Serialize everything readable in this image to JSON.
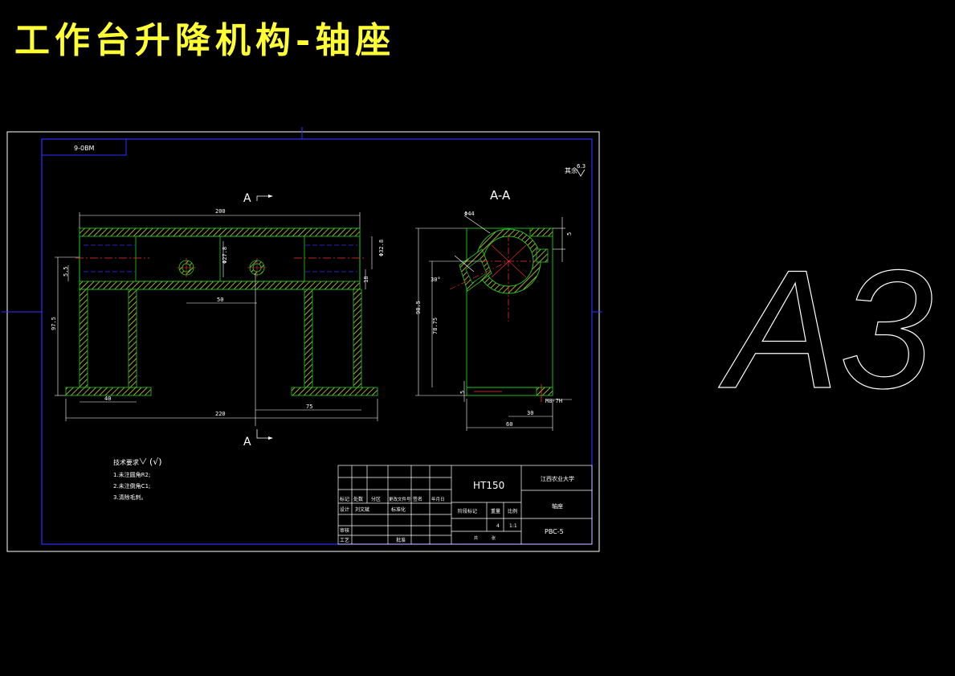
{
  "title": "工作台升降机构-轴座",
  "sheet_size": "A3",
  "drawing_code_box": "9-0BM",
  "roughness_note": "其余",
  "roughness_value": "6.3",
  "section_label_top": "A",
  "section_label_bottom": "A",
  "section_view_title": "A-A",
  "dimensions": {
    "top_width": "200",
    "upper_height": "5.5",
    "total_height": "97.5",
    "hole_pitch": "50",
    "inner_bore": "Φ27.8",
    "outer_bore": "Φ32.8",
    "bore_depth": "18",
    "foot_width": "40",
    "total_width": "220",
    "half_span": "75",
    "side_total_height": "98.5",
    "side_center_height": "78.75",
    "bolt_diameter": "Φ44",
    "angle": "30°",
    "tap_size": "M8-7H",
    "base_thickness": "5",
    "offset_right": "30",
    "side_width": "60",
    "flange_size": "5"
  },
  "tech_requirements": {
    "heading": "技术要求",
    "items": [
      "1.未注圆角R2;",
      "2.未注倒角C1;",
      "3.清除毛刺。"
    ]
  },
  "title_block": {
    "material": "HT150",
    "school": "江西农业大学",
    "part_name": "轴座",
    "drawing_no": "PBC-5",
    "row_labels": [
      "标记",
      "处数",
      "分区",
      "更改文件号",
      "签名",
      "年月日"
    ],
    "designer_label": "设计",
    "designer": "刘文斌",
    "standard_label": "标准化",
    "review_label": "审核",
    "process_label": "工艺",
    "approve_label": "批准",
    "stage_label": "阶段标记",
    "weight_label": "重量",
    "scale_label": "比例",
    "weight": "4",
    "scale": "1:1",
    "sheet_label": "共",
    "sheet_of": "张"
  }
}
